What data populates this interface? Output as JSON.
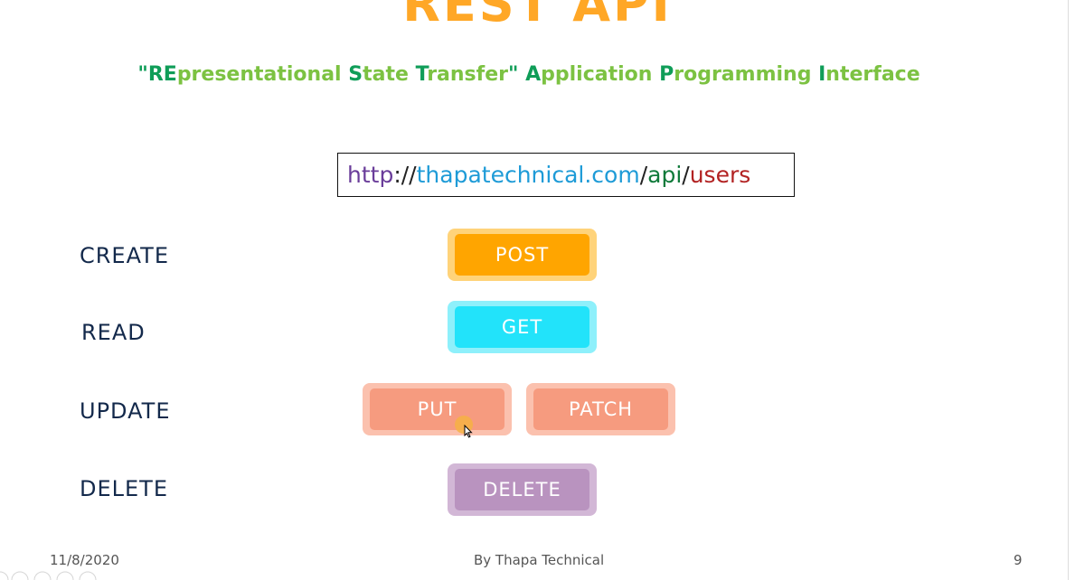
{
  "slide": {
    "title": "REST API",
    "subtitle_parts": [
      {
        "text": "\"RE",
        "color": "#0f9d58"
      },
      {
        "text": "presentational ",
        "color": "#7cc242"
      },
      {
        "text": "S",
        "color": "#0f9d58"
      },
      {
        "text": "tate ",
        "color": "#7cc242"
      },
      {
        "text": "T",
        "color": "#0f9d58"
      },
      {
        "text": "ransfer",
        "color": "#7cc242"
      },
      {
        "text": "\" ",
        "color": "#0f9d58"
      },
      {
        "text": "A",
        "color": "#0f9d58"
      },
      {
        "text": "pplication ",
        "color": "#7cc242"
      },
      {
        "text": "P",
        "color": "#0f9d58"
      },
      {
        "text": "rogramming ",
        "color": "#7cc242"
      },
      {
        "text": "I",
        "color": "#0f9d58"
      },
      {
        "text": "nterface",
        "color": "#7cc242"
      }
    ],
    "url": {
      "scheme": "http",
      "sep1": "://",
      "host": "thapatechnical.com",
      "sep2": "/",
      "path1": "api",
      "sep3": "/",
      "path2": "users"
    },
    "operations": {
      "create": "CREATE",
      "read": "READ",
      "update": "UPDATE",
      "delete": "DELETE"
    },
    "methods": {
      "post": "POST",
      "get": "GET",
      "put": "PUT",
      "patch": "PATCH",
      "delete": "DELETE"
    },
    "footer": {
      "date": "11/8/2020",
      "author": "By Thapa Technical",
      "page_number": "9"
    }
  },
  "colors": {
    "title": "#ffa726",
    "url_scheme": "#6a3d9a",
    "url_separator": "#222222",
    "url_host": "#1e9bd7",
    "url_api": "#0f7a3a",
    "url_users": "#b22222",
    "operation_label": "#13294b",
    "post_outer": "#ffd37a",
    "post_inner": "#ffa500",
    "get_outer": "#8ef0fb",
    "get_inner": "#22e3fa",
    "put_outer": "#fbc1ae",
    "put_inner": "#f69b7f",
    "delete_outer": "#d2b7d6",
    "delete_inner": "#b993bf",
    "method_text": "#ffffff",
    "footer_text": "#555555",
    "pointer": "#f6b243"
  },
  "icons": [
    "pointer-dot-icon",
    "mouse-cursor-icon",
    "presentation-toolbar-icons"
  ]
}
